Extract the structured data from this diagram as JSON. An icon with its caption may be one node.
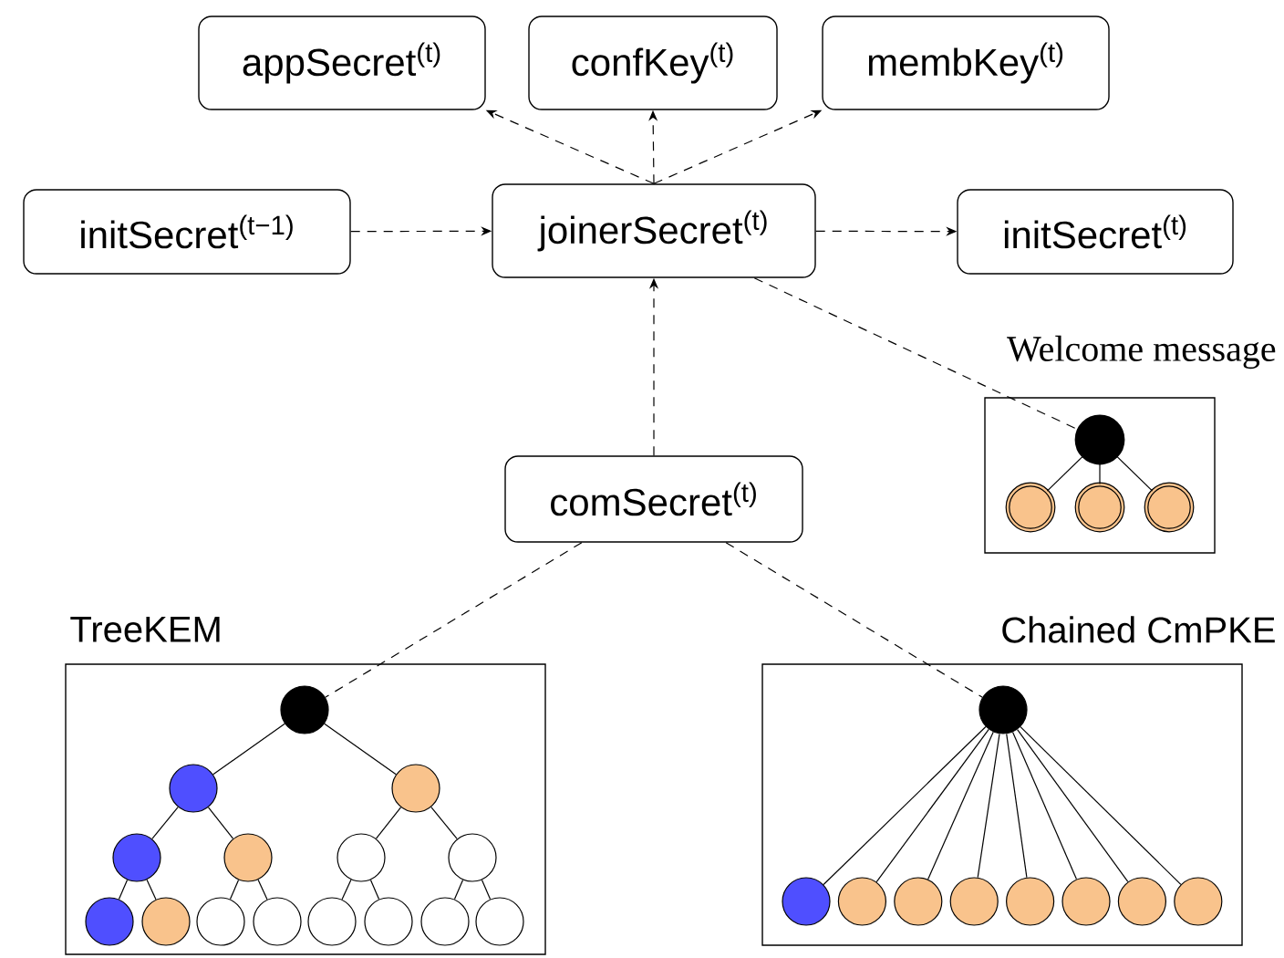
{
  "diagram": {
    "nodes": [
      {
        "text": [
          "appSecret$^{(t)}$"
        ]
      },
      {
        "text": [
          "confKey$^{(t)}$"
        ]
      },
      {
        "text": [
          "membKey$^{(t)}$"
        ]
      },
      {
        "text": [
          "initSecret$^{(t−1)}$"
        ]
      },
      {
        "text": [
          "joinerSecret$^{(t)}$"
        ]
      },
      {
        "text": [
          "initSecret$^{(t)}$"
        ]
      },
      {
        "text": [
          "comSecret$^{(t)}$"
        ]
      },
      {
        "text": [
          "Welcome message"
        ]
      },
      {
        "text": [],
        "shape": "circle",
        "in": 7
      },
      {
        "text": [],
        "shape": "circle",
        "in": 7
      },
      {
        "text": [],
        "shape": "circle",
        "in": 7
      },
      {
        "text": [],
        "shape": "circle",
        "in": 7
      },
      {
        "text": [
          "TreeKEM"
        ]
      },
      {
        "text": [],
        "shape": "circle",
        "in": 12
      },
      {
        "text": [],
        "shape": "circle",
        "in": 12
      },
      {
        "text": [],
        "shape": "circle",
        "in": 12
      },
      {
        "text": [],
        "shape": "circle",
        "in": 12
      },
      {
        "text": [],
        "shape": "circle",
        "in": 12
      },
      {
        "text": [],
        "shape": "circle",
        "in": 12
      },
      {
        "text": [],
        "shape": "circle",
        "in": 12
      },
      {
        "text": [],
        "shape": "circle",
        "in": 12
      },
      {
        "text": [],
        "shape": "circle",
        "in": 12
      },
      {
        "text": [],
        "shape": "circle",
        "in": 12
      },
      {
        "text": [],
        "shape": "circle",
        "in": 12
      },
      {
        "text": [],
        "shape": "circle",
        "in": 12
      },
      {
        "text": [],
        "shape": "circle",
        "in": 12
      },
      {
        "text": [],
        "shape": "circle",
        "in": 12
      },
      {
        "text": [],
        "shape": "circle",
        "in": 12
      },
      {
        "text": [
          "Chained CmPKE"
        ]
      },
      {
        "text": [],
        "shape": "circle",
        "in": 28
      },
      {
        "text": [],
        "shape": "circle",
        "in": 28
      },
      {
        "text": [],
        "shape": "circle",
        "in": 28
      },
      {
        "text": [],
        "shape": "circle",
        "in": 28
      },
      {
        "text": [],
        "shape": "circle",
        "in": 28
      },
      {
        "text": [],
        "shape": "circle",
        "in": 28
      },
      {
        "text": [],
        "shape": "circle",
        "in": 28
      },
      {
        "text": [],
        "shape": "circle",
        "in": 28
      },
      {
        "text": [],
        "shape": "circle",
        "in": 28
      }
    ],
    "edges": [
      {
        "from": 4,
        "to": 0,
        "arrow": "to",
        "style": "dashed"
      },
      {
        "from": 4,
        "to": 1,
        "arrow": "to",
        "style": "dashed"
      },
      {
        "from": 4,
        "to": 2,
        "arrow": "to",
        "style": "dashed"
      },
      {
        "from": 3,
        "to": 4,
        "arrow": "to",
        "style": "dashed"
      },
      {
        "from": 4,
        "to": 5,
        "arrow": "to",
        "style": "dashed"
      },
      {
        "from": 6,
        "to": 4,
        "arrow": "to",
        "style": "dashed"
      },
      {
        "from": 4,
        "to": 8,
        "arrow": "none",
        "style": "dashed"
      },
      {
        "from": 6,
        "to": 13,
        "arrow": "none",
        "style": "dashed"
      },
      {
        "from": 6,
        "to": 29,
        "arrow": "none",
        "style": "dashed"
      },
      {
        "from": 8,
        "to": 9,
        "arrow": "none"
      },
      {
        "from": 8,
        "to": 10,
        "arrow": "none"
      },
      {
        "from": 8,
        "to": 11,
        "arrow": "none"
      },
      {
        "from": 13,
        "to": 14,
        "arrow": "none"
      },
      {
        "from": 13,
        "to": 15,
        "arrow": "none"
      },
      {
        "from": 14,
        "to": 16,
        "arrow": "none"
      },
      {
        "from": 14,
        "to": 17,
        "arrow": "none"
      },
      {
        "from": 15,
        "to": 18,
        "arrow": "none"
      },
      {
        "from": 15,
        "to": 19,
        "arrow": "none"
      },
      {
        "from": 16,
        "to": 20,
        "arrow": "none"
      },
      {
        "from": 16,
        "to": 21,
        "arrow": "none"
      },
      {
        "from": 17,
        "to": 22,
        "arrow": "none"
      },
      {
        "from": 17,
        "to": 23,
        "arrow": "none"
      },
      {
        "from": 18,
        "to": 24,
        "arrow": "none"
      },
      {
        "from": 18,
        "to": 25,
        "arrow": "none"
      },
      {
        "from": 19,
        "to": 26,
        "arrow": "none"
      },
      {
        "from": 19,
        "to": 27,
        "arrow": "none"
      },
      {
        "from": 29,
        "to": 30,
        "arrow": "none"
      },
      {
        "from": 29,
        "to": 31,
        "arrow": "none"
      },
      {
        "from": 29,
        "to": 32,
        "arrow": "none"
      },
      {
        "from": 29,
        "to": 33,
        "arrow": "none"
      },
      {
        "from": 29,
        "to": 34,
        "arrow": "none"
      },
      {
        "from": 29,
        "to": 35,
        "arrow": "none"
      },
      {
        "from": 29,
        "to": 36,
        "arrow": "none"
      },
      {
        "from": 29,
        "to": 37,
        "arrow": "none"
      }
    ]
  }
}
